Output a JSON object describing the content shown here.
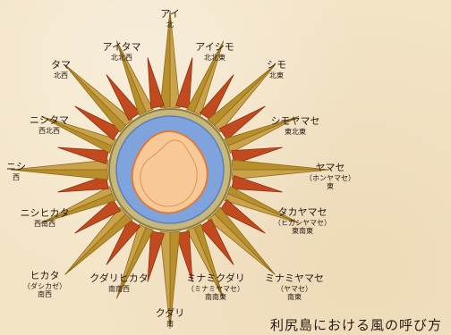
{
  "title": "利尻島における風の呼び方",
  "colors": {
    "rose_gold": "#b98f2c",
    "rose_gold_dark": "#8c6b1b",
    "rose_red": "#c14a1f",
    "ocean": "#7ea3dd",
    "ring": "#c8b77a",
    "island": "#f6c996",
    "island_edge": "#e07a3a"
  },
  "winds": [
    {
      "id": "n",
      "name": "アイ",
      "dir": "北"
    },
    {
      "id": "nnw",
      "name": "アイタマ",
      "dir": "北北西"
    },
    {
      "id": "nnwe",
      "name": "アイシモ",
      "dir": "北北東"
    },
    {
      "id": "nw",
      "name": "タマ",
      "dir": "北西"
    },
    {
      "id": "ne",
      "name": "シモ",
      "dir": "北東"
    },
    {
      "id": "wnw",
      "name": "ニシタマ",
      "dir": "西北西"
    },
    {
      "id": "ene",
      "name": "シモヤマセ",
      "dir": "東北東"
    },
    {
      "id": "w",
      "name": "ニシ",
      "dir": "西"
    },
    {
      "id": "e",
      "name": "ヤマセ",
      "alt": "（ホンヤマセ）",
      "dir": "東"
    },
    {
      "id": "wsw",
      "name": "ニシヒカタ",
      "dir": "西南西"
    },
    {
      "id": "ese",
      "name": "タカヤマセ",
      "alt": "（ヒガシヤマセ）",
      "dir": "東南東"
    },
    {
      "id": "sw",
      "name": "ヒカタ",
      "alt": "（ダシカゼ）",
      "dir": "南西"
    },
    {
      "id": "ssw",
      "name": "クダリヒカタ",
      "dir": "南南西"
    },
    {
      "id": "sse",
      "name": "ミナミクダリ",
      "alt": "（ミナミヤマセ）",
      "dir": "南南東"
    },
    {
      "id": "se",
      "name": "ミナミヤマセ",
      "alt": "（ヤマセ）",
      "dir": "南東"
    },
    {
      "id": "s",
      "name": "クダリ",
      "dir": "南"
    }
  ]
}
